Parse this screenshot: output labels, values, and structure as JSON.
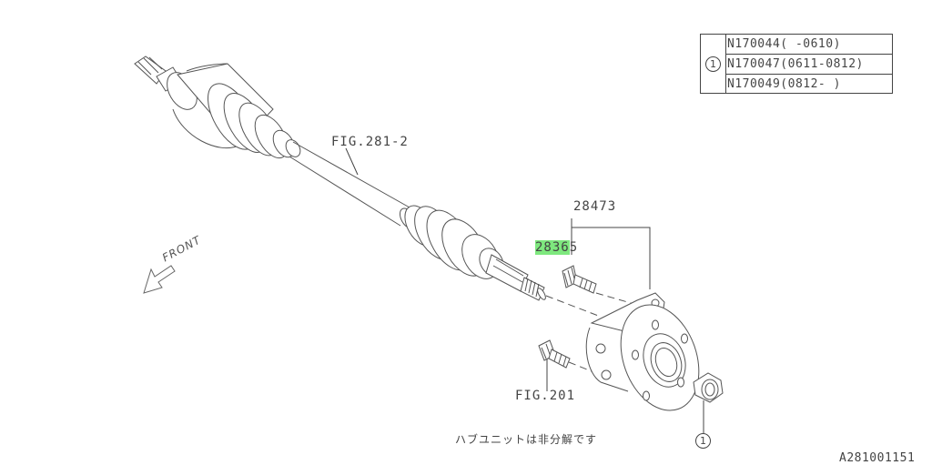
{
  "diagram": {
    "type": "exploded parts diagram",
    "subject": "Rear axle shaft and hub unit"
  },
  "callouts": {
    "shaft_ref": "FIG.281-2",
    "hub_assembly": "28473",
    "hub_bolt_highlight": "2836",
    "hub_bolt_rest": "5",
    "hub_bolt_full": "28365",
    "bolt_ref": "FIG.201",
    "nut_marker": "1"
  },
  "direction": {
    "label": "FRONT"
  },
  "parts_table": {
    "marker": "1",
    "rows": [
      "N170044(     -0610)",
      "N170047(0611-0812)",
      "N170049(0812-    )"
    ]
  },
  "note_text": "ハブユニットは非分解です",
  "figure_code": "A281001151",
  "colors": {
    "line": "#444444",
    "highlight": "#7ee87e",
    "background": "#ffffff"
  }
}
